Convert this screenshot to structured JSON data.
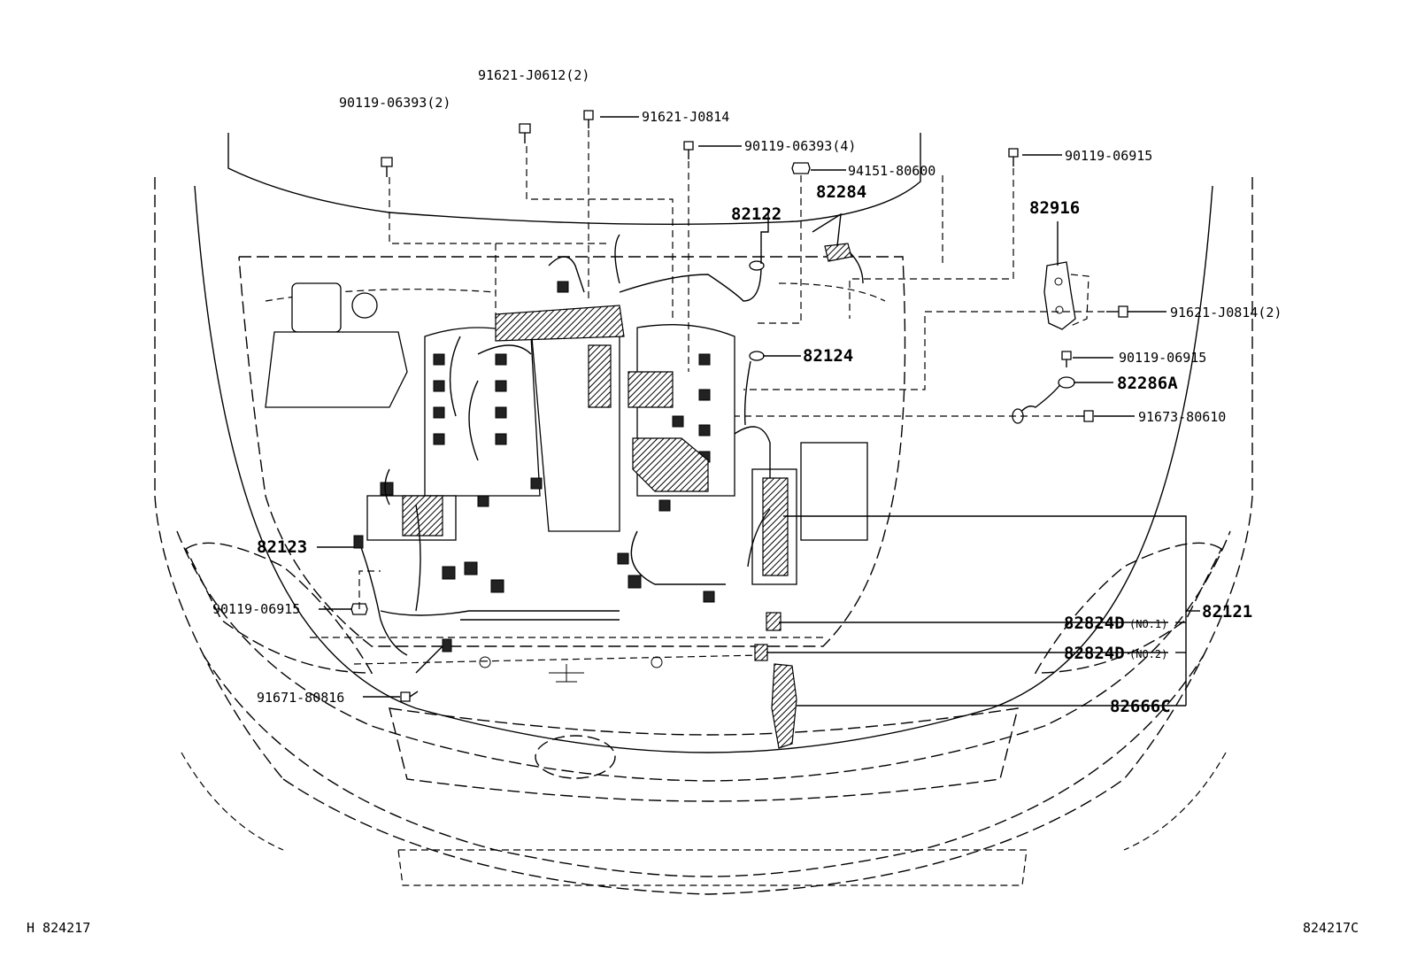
{
  "labels": {
    "p91621_J0612": "91621-J0612(2)",
    "p90119_06393_2": "90119-06393(2)",
    "p91621_J0814": "91621-J0814",
    "p90119_06393_4": "90119-06393(4)",
    "p94151_80600": "94151-80600",
    "p82284": "82284",
    "p82122": "82122",
    "p90119_06915_top": "90119-06915",
    "p82916": "82916",
    "p91621_J0814_2": "91621-J0814(2)",
    "p82124": "82124",
    "p90119_06915_mid": "90119-06915",
    "p82286A": "82286A",
    "p91673_80610": "91673-80610",
    "p82123": "82123",
    "p90119_06915_left": "90119-06915",
    "p82824D_1": "82824D",
    "p82824D_1_note": "(NO.1)",
    "p82824D_2": "82824D",
    "p82824D_2_note": "(NO.2)",
    "p82121": "82121",
    "p82666C": "82666C",
    "p91671_80816": "91671-80816"
  },
  "footer": {
    "left_code": "H  824217",
    "right_code": "824217C"
  }
}
